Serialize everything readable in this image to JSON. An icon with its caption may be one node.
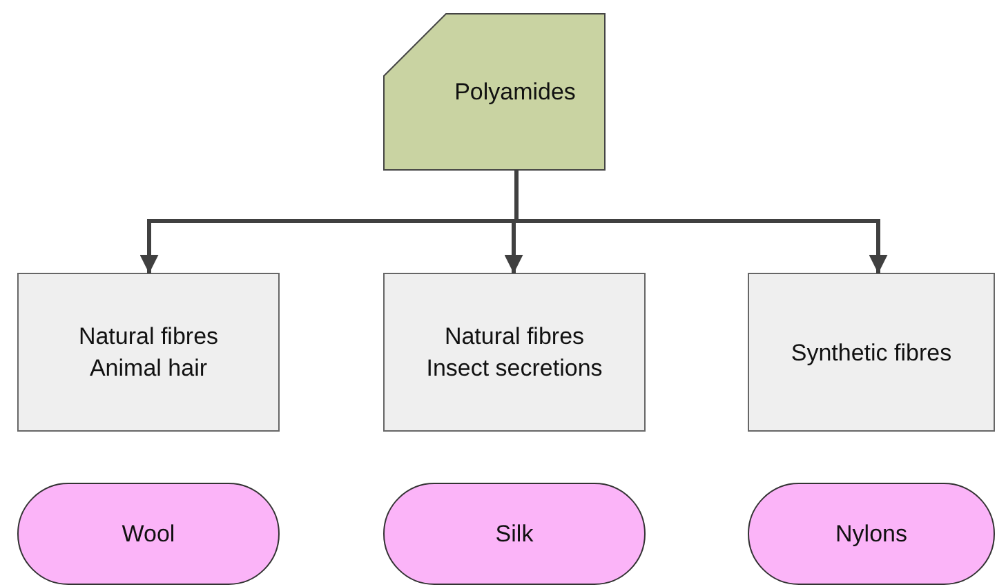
{
  "diagram": {
    "nodes": [
      {
        "text": [
          "Polyamides"
        ]
      },
      {
        "text": [
          "Natural fibres",
          "Animal hair"
        ]
      },
      {
        "text": [
          "Natural fibres",
          "Insect secretions"
        ]
      },
      {
        "text": [
          "Synthetic fibres"
        ]
      },
      {
        "text": [
          "Wool"
        ]
      },
      {
        "text": [
          "Silk"
        ]
      },
      {
        "text": [
          "Nylons"
        ]
      }
    ],
    "edges": [
      {
        "from": 0,
        "to": 1,
        "arrow": "to"
      },
      {
        "from": 0,
        "to": 2,
        "arrow": "to"
      },
      {
        "from": 0,
        "to": 3,
        "arrow": "to"
      }
    ]
  }
}
